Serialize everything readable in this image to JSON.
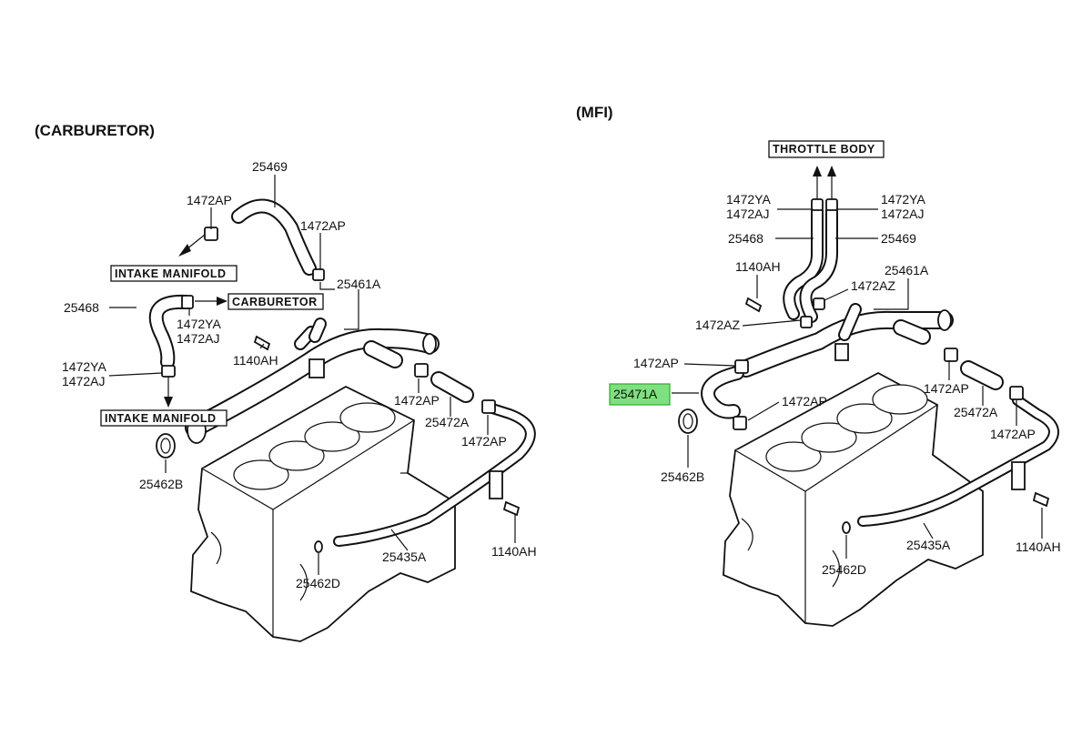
{
  "titles": {
    "carburetor": "(CARBURETOR)",
    "mfi": "(MFI)"
  },
  "left": {
    "boxes": {
      "intake_manifold_top": "INTAKE MANIFOLD",
      "carburetor": "CARBURETOR",
      "intake_manifold_bottom": "INTAKE MANIFOLD"
    },
    "labels": {
      "p25469": "25469",
      "p1472AP_a": "1472AP",
      "p1472AP_b": "1472AP",
      "p25461A": "25461A",
      "p25468": "25468",
      "p1472YA_a": "1472YA",
      "p1472AJ_a": "1472AJ",
      "p1472YA_b": "1472YA",
      "p1472AJ_b": "1472AJ",
      "p1140AH_a": "1140AH",
      "p1472AP_c": "1472AP",
      "p25472A": "25472A",
      "p1472AP_d": "1472AP",
      "p25462B": "25462B",
      "p25435A": "25435A",
      "p25462D": "25462D",
      "p1140AH_b": "1140AH"
    }
  },
  "right": {
    "boxes": {
      "throttle_body": "THROTTLE BODY"
    },
    "labels": {
      "p1472YA_l": "1472YA",
      "p1472AJ_l": "1472AJ",
      "p1472YA_r": "1472YA",
      "p1472AJ_r": "1472AJ",
      "p25468": "25468",
      "p25469": "25469",
      "p1140AH_a": "1140AH",
      "p25461A": "25461A",
      "p1472AZ_a": "1472AZ",
      "p1472AZ_b": "1472AZ",
      "p1472AP_a": "1472AP",
      "p25471A": "25471A",
      "p1472AP_b": "1472AP",
      "p1472AP_c": "1472AP",
      "p25472A": "25472A",
      "p1472AP_d": "1472AP",
      "p25462B": "25462B",
      "p25435A": "25435A",
      "p25462D": "25462D",
      "p1140AH_b": "1140AH"
    }
  },
  "highlight_color": "#7ee07e"
}
